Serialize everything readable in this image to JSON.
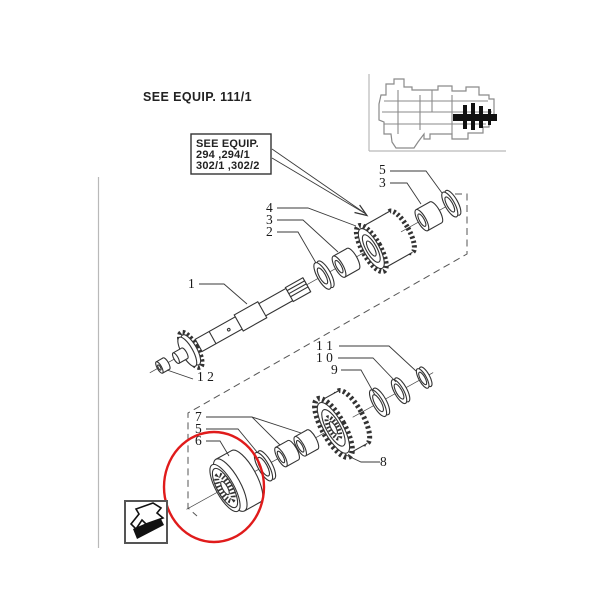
{
  "header": {
    "see_equip_ref": "SEE EQUIP. 111/1"
  },
  "note_box": {
    "lines": [
      "SEE EQUIP.",
      "294 ,294/1",
      "302/1 ,302/2"
    ]
  },
  "callouts": [
    {
      "id": "5-top",
      "label": "5"
    },
    {
      "id": "3-top",
      "label": "3"
    },
    {
      "id": "4",
      "label": "4"
    },
    {
      "id": "3-mid",
      "label": "3"
    },
    {
      "id": "2",
      "label": "2"
    },
    {
      "id": "1",
      "label": "1"
    },
    {
      "id": "12",
      "label": "1 2"
    },
    {
      "id": "11",
      "label": "1 1"
    },
    {
      "id": "10",
      "label": "1 0"
    },
    {
      "id": "9",
      "label": "9"
    },
    {
      "id": "7",
      "label": "7"
    },
    {
      "id": "5-low",
      "label": "5"
    },
    {
      "id": "6",
      "label": "6"
    },
    {
      "id": "8",
      "label": "8"
    }
  ],
  "highlight": {
    "circled_item": "6",
    "color": "#e01b1b"
  },
  "icons": {
    "continuation_icon": "corner-return-arrow",
    "inset_icon": "transmission-side-view-with-highlighted-shaft"
  },
  "colors": {
    "ink": "#333333",
    "frame_gray": "#b9b9b9",
    "inset_gray": "#8a8a8a",
    "highlight_red": "#e01b1b"
  }
}
